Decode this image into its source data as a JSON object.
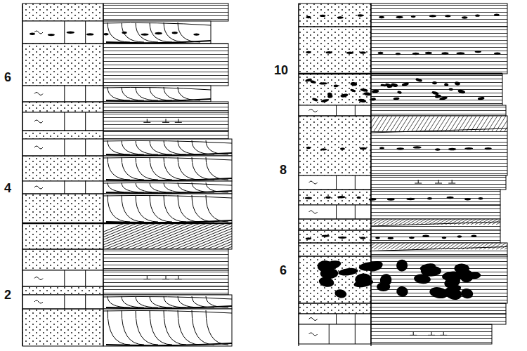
{
  "diagram": {
    "labels": [
      "6",
      "4",
      "2",
      "10",
      "8",
      "6"
    ]
  }
}
